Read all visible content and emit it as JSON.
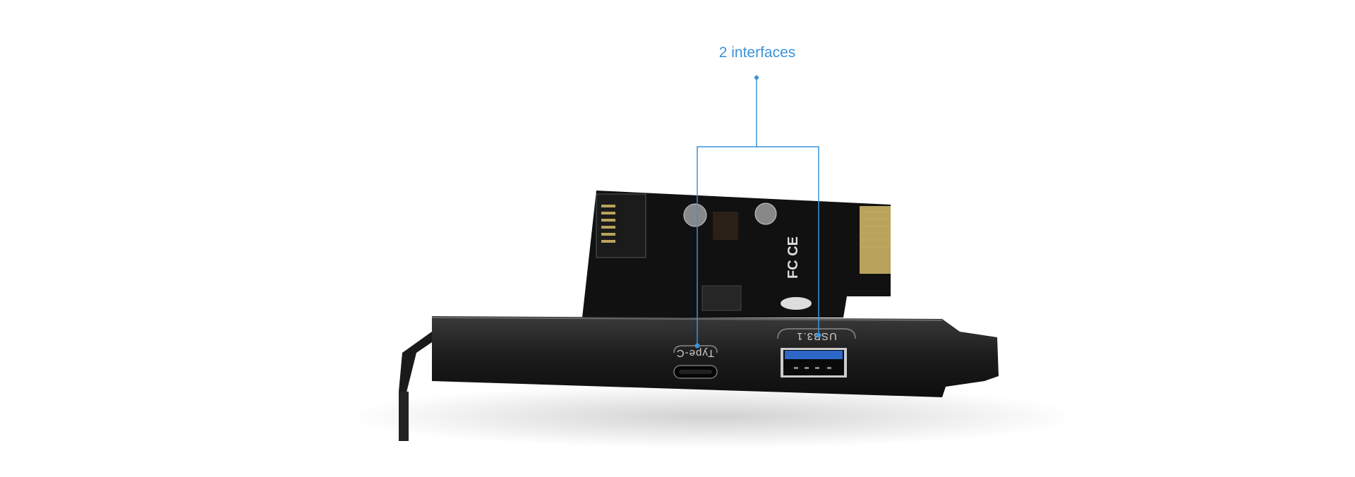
{
  "callout": {
    "title": "2 interfaces",
    "line_color": "#3a93d8"
  },
  "product": {
    "ports": [
      {
        "label": "Type-C"
      },
      {
        "label": "USB3.1"
      }
    ],
    "board_markings": {
      "fc": "FC",
      "ce": "CE"
    }
  }
}
